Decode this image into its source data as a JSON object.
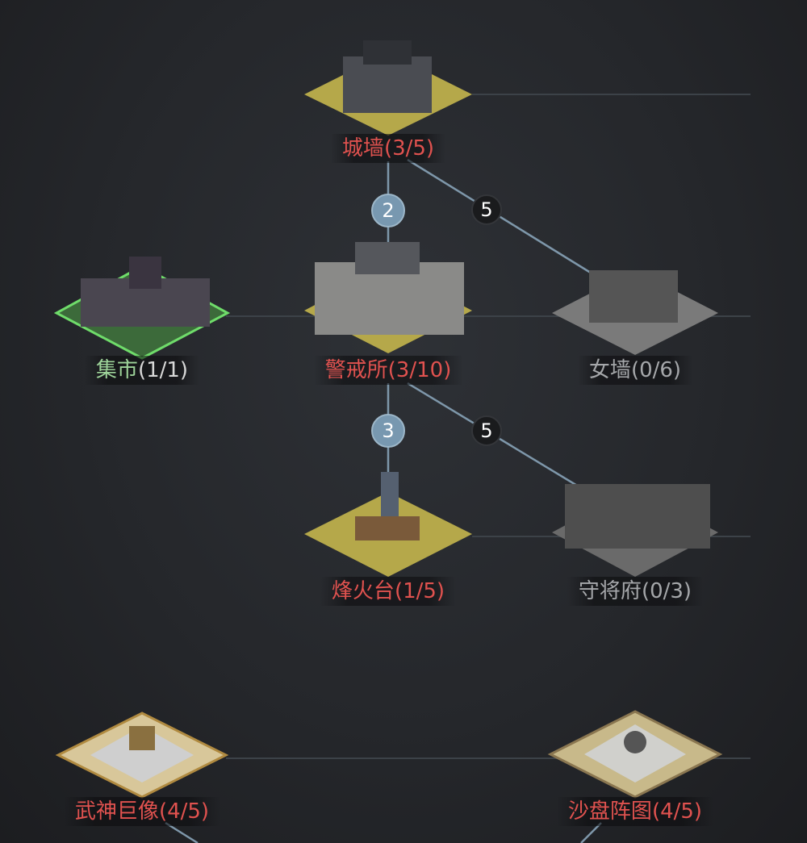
{
  "colors": {
    "locked_label": "#a5a7aa",
    "incomplete_label": "#e0524f",
    "complete_label": "#9ed49a",
    "link": "#7e97aa",
    "tile_active": "#b5a84a",
    "tile_locked": "#7a7a7a"
  },
  "nodes": [
    {
      "id": "chengqiang",
      "name": "城墙",
      "progress": "(3/5)",
      "state": "red"
    },
    {
      "id": "jishi",
      "name": "集市",
      "progress": "(1/1)",
      "state": "green"
    },
    {
      "id": "jingjiesuo",
      "name": "警戒所",
      "progress": "(3/10)",
      "state": "red"
    },
    {
      "id": "nvqiang",
      "name": "女墙",
      "progress": "(0/6)",
      "state": "gray"
    },
    {
      "id": "fenghuotai",
      "name": "烽火台",
      "progress": "(1/5)",
      "state": "red"
    },
    {
      "id": "shoujiangfu",
      "name": "守将府",
      "progress": "(0/3)",
      "state": "gray"
    },
    {
      "id": "wushen",
      "name": "武神巨像",
      "progress": "(4/5)",
      "state": "red"
    },
    {
      "id": "shapan",
      "name": "沙盘阵图",
      "progress": "(4/5)",
      "state": "red"
    }
  ],
  "badges": [
    {
      "value": "2",
      "style": "blue"
    },
    {
      "value": "5",
      "style": "dark"
    },
    {
      "value": "3",
      "style": "blue"
    },
    {
      "value": "5",
      "style": "dark"
    }
  ]
}
